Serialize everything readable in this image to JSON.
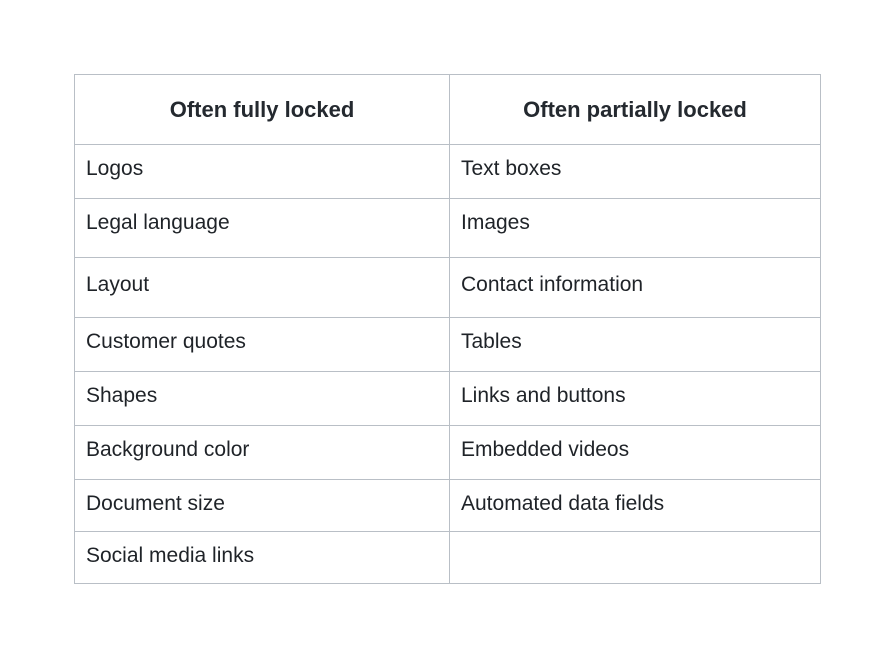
{
  "table": {
    "headers": [
      "Often fully locked",
      "Often partially locked"
    ],
    "rows": [
      [
        "Logos",
        "Text boxes"
      ],
      [
        "Legal language",
        "Images"
      ],
      [
        "Layout",
        "Contact information"
      ],
      [
        "Customer quotes",
        "Tables"
      ],
      [
        "Shapes",
        "Links and buttons"
      ],
      [
        "Background color",
        "Embedded videos"
      ],
      [
        "Document size",
        "Automated data fields"
      ],
      [
        "Social media links",
        ""
      ]
    ]
  }
}
